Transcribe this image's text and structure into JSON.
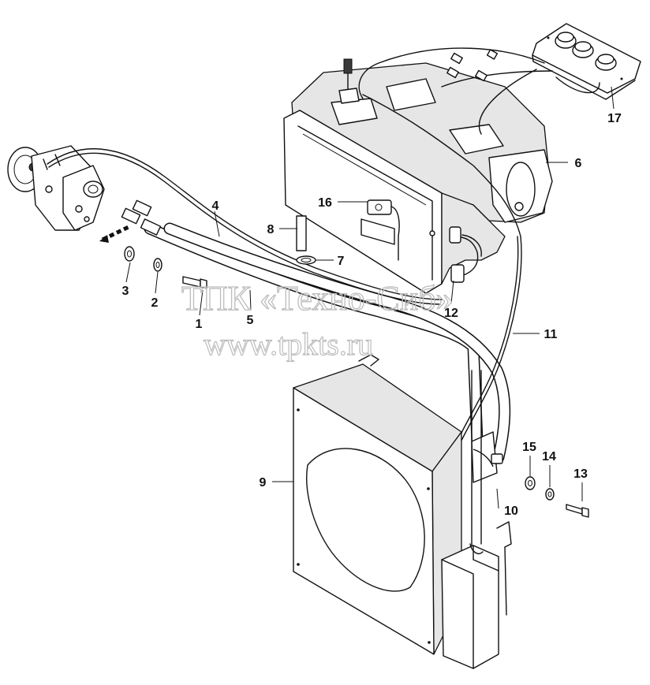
{
  "watermark": {
    "line1": "ТПК «Техно-Сиб»",
    "line2": "www.tpkts.ru"
  },
  "callouts": {
    "c1": "1",
    "c2": "2",
    "c3": "3",
    "c4": "4",
    "c5": "5",
    "c6": "6",
    "c7": "7",
    "c8": "8",
    "c9": "9",
    "c10": "10",
    "c11": "11",
    "c12": "12",
    "c13": "13",
    "c14": "14",
    "c15": "15",
    "c16": "16",
    "c17": "17"
  }
}
